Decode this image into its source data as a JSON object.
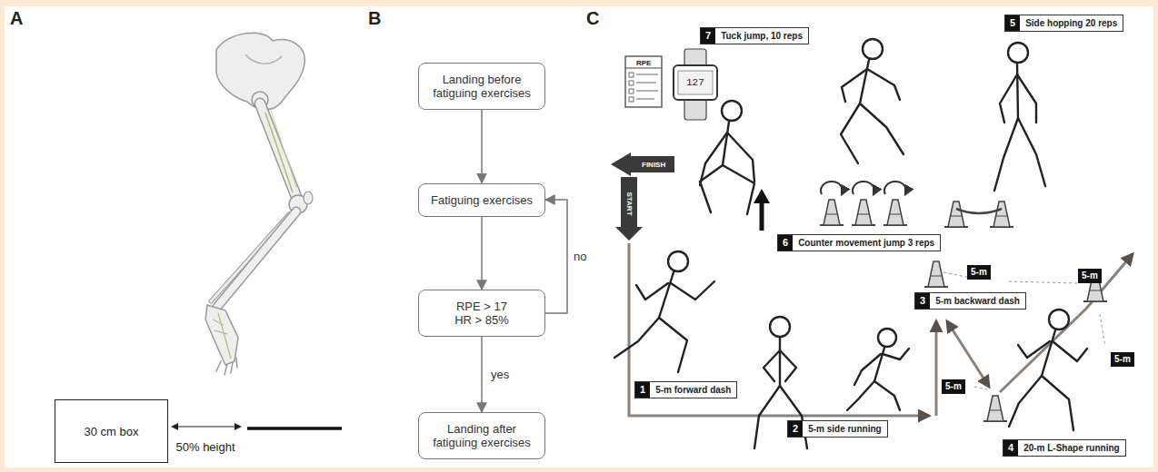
{
  "diagram": {
    "nodes": [
      {
        "text": [
          "30 cm box"
        ]
      },
      {
        "text": [
          "Landing before fatiguing exercises"
        ]
      },
      {
        "text": [
          "Fatiguing exercises"
        ]
      },
      {
        "text": [
          "RPE > 17 HR > 85%"
        ]
      },
      {
        "text": [
          "Landing after fatiguing exercises"
        ]
      },
      {
        "text": [
          "1",
          "5-m forward dash"
        ]
      },
      {
        "text": [
          "2",
          "5-m side running"
        ]
      },
      {
        "text": [
          "3",
          "5-m backward dash"
        ]
      },
      {
        "text": [
          "4",
          "20-m L-Shape running"
        ]
      },
      {
        "text": [
          "5",
          "Side hopping 20 reps"
        ]
      },
      {
        "text": [
          "6",
          "Counter movement jump 3 reps"
        ]
      },
      {
        "text": [
          "7",
          "Tuck jump, 10 reps"
        ]
      },
      {
        "text": [
          "5-m"
        ]
      },
      {
        "text": [
          "5-m"
        ]
      },
      {
        "text": [
          "5-m"
        ]
      },
      {
        "text": [
          "5-m"
        ]
      }
    ],
    "edges": [
      {
        "from": 1,
        "to": 2,
        "arrow": "to"
      },
      {
        "from": 2,
        "to": 3,
        "arrow": "to"
      },
      {
        "from": 3,
        "to": 2,
        "label": "no",
        "arrow": "to"
      },
      {
        "from": 3,
        "to": 4,
        "label": "yes",
        "arrow": "to"
      }
    ],
    "labels": [
      "A",
      "B",
      "C",
      "50% height",
      "RPE",
      "127",
      "FINISH",
      "START"
    ]
  }
}
